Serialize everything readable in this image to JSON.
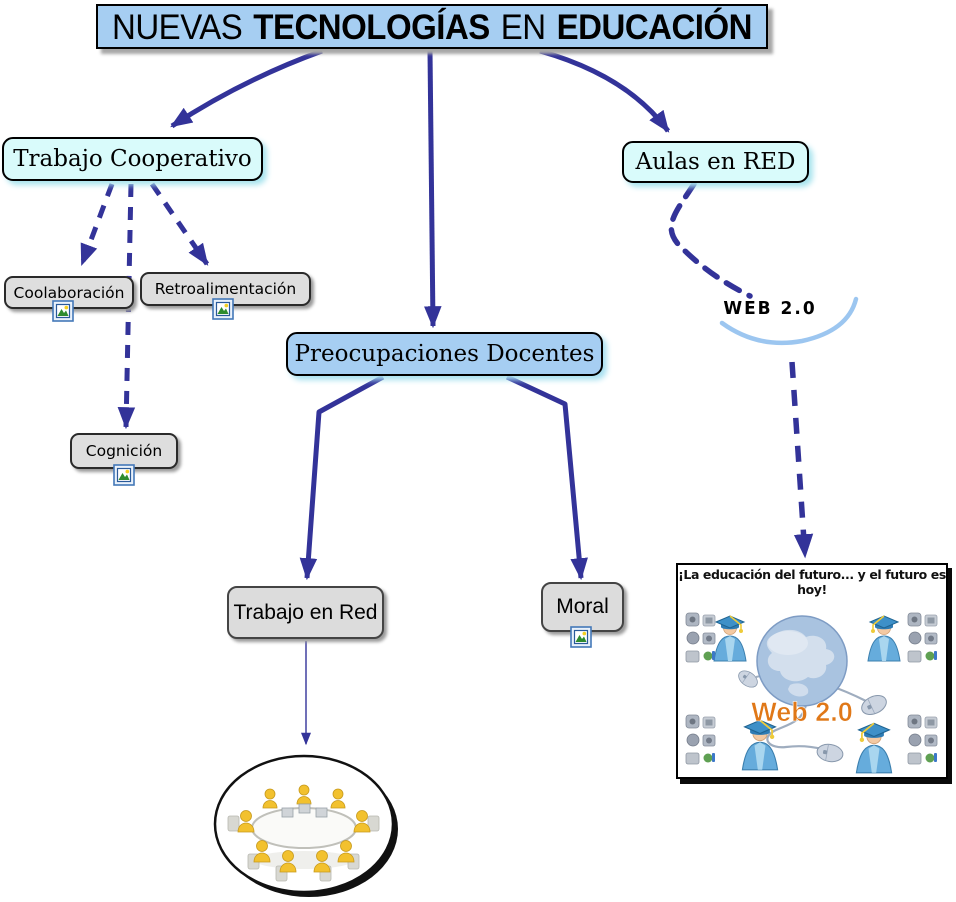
{
  "title": {
    "segments": [
      {
        "text": "NUEVAS"
      },
      {
        "text": "TECNOLOGÍAS"
      },
      {
        "text": "EN"
      },
      {
        "text": "EDUCACIÓN"
      }
    ]
  },
  "nodes": {
    "trabajo_cooperativo": {
      "label": "Trabajo Cooperativo"
    },
    "aulas_en_red": {
      "label": "Aulas en RED"
    },
    "preocupaciones_docentes": {
      "label": "Preocupaciones Docentes"
    },
    "coolaboracion": {
      "label": "Coolaboración"
    },
    "retroalimentacion": {
      "label": "Retroalimentación"
    },
    "cognicion": {
      "label": "Cognición"
    },
    "trabajo_en_red": {
      "label": "Trabajo en Red"
    },
    "moral": {
      "label": "Moral"
    }
  },
  "labels": {
    "web20": "WEB 2.0"
  },
  "poster": {
    "caption": "¡La educación del futuro... y el futuro es hoy!",
    "center_text": "Web 2.0"
  },
  "colors": {
    "arrow": "#333399",
    "node_blue": "#A6CEF2",
    "node_cyan": "#D9FBFB",
    "node_gray": "#DEDEDE",
    "poster_orange": "#E07818",
    "web20_arc": "#9CC6F0"
  }
}
